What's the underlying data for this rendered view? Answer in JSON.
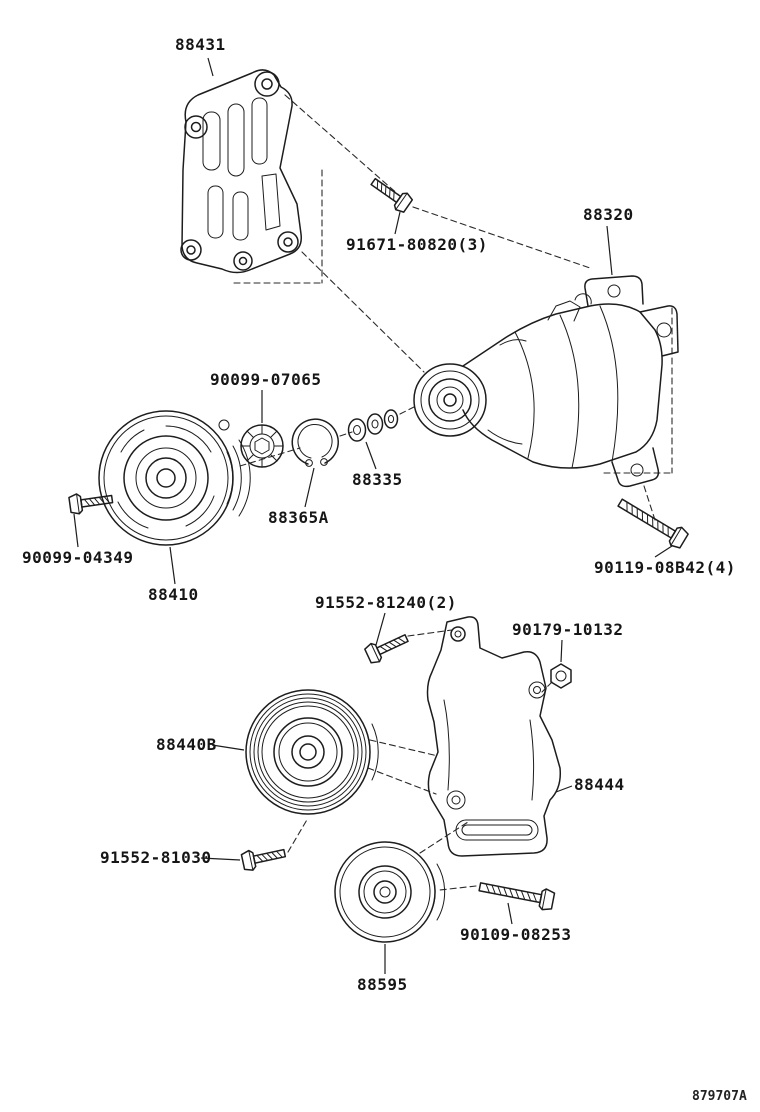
{
  "document": {
    "type": "exploded-parts-diagram",
    "subject": "A/C compressor and mounting brackets",
    "drawing_code": "879707A"
  },
  "labels": {
    "l_88431": "88431",
    "l_91671_80820": "91671-80820(3)",
    "l_88320": "88320",
    "l_90099_07065": "90099-07065",
    "l_88335": "88335",
    "l_88365A": "88365A",
    "l_90099_04349": "90099-04349",
    "l_88410": "88410",
    "l_90119_08B42": "90119-08B42(4)",
    "l_91552_81240": "91552-81240(2)",
    "l_90179_10132": "90179-10132",
    "l_88440B": "88440B",
    "l_88444": "88444",
    "l_91552_81030": "91552-81030",
    "l_90109_08253": "90109-08253",
    "l_88595": "88595"
  }
}
